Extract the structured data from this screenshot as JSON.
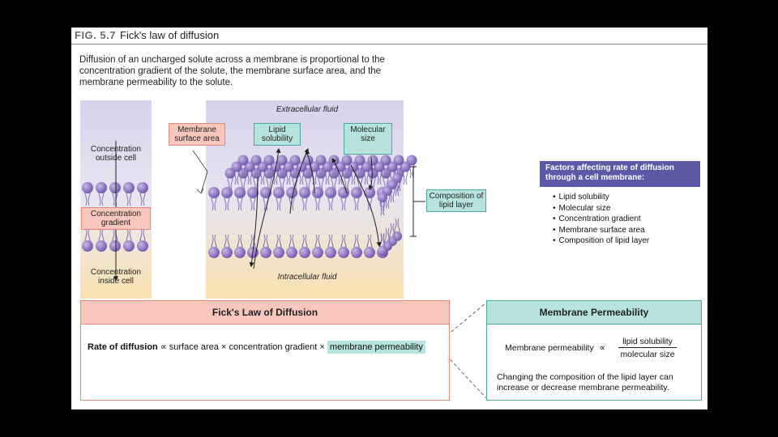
{
  "figure": {
    "number": "FIG. 5.7",
    "title": "Fick's law of diffusion",
    "description": "Diffusion of an uncharged solute across a membrane is proportional to the concentration gradient of the solute, the membrane surface area, and the membrane permeability to the solute."
  },
  "left_column": {
    "outside": "Concentration outside cell",
    "gradient": "Concentration gradient",
    "inside": "Concentration inside cell"
  },
  "membrane": {
    "extracellular": "Extracellular fluid",
    "intracellular": "Intracellular fluid",
    "surface_area": "Membrane surface area",
    "lipid_solubility": "Lipid solubility",
    "molecular_size": "Molecular size",
    "composition": "Composition of lipid layer"
  },
  "factors": {
    "heading": "Factors affecting rate of diffusion through a cell membrane:",
    "items": [
      "Lipid solubility",
      "Molecular size",
      "Concentration gradient",
      "Membrane surface area",
      "Composition of lipid layer"
    ]
  },
  "fick": {
    "heading": "Fick's Law of Diffusion",
    "lhs": "Rate of diffusion",
    "prop": "∝",
    "term1": "surface area",
    "times": "×",
    "term2": "concentration gradient",
    "term3": "membrane permeability"
  },
  "permeability": {
    "heading": "Membrane Permeability",
    "lhs": "Membrane permeability",
    "prop": "∝",
    "numerator": "lipid solubility",
    "denominator": "molecular size",
    "note": "Changing the composition of the lipid layer can increase or decrease membrane permeability."
  },
  "colors": {
    "lipid_head": "#8a6fc0",
    "extracellular": "#d6d3ec",
    "intracellular": "#f9e2b0",
    "pink": "#f7c7bd",
    "teal": "#b7e3de",
    "purple_header": "#5a5aa6"
  }
}
